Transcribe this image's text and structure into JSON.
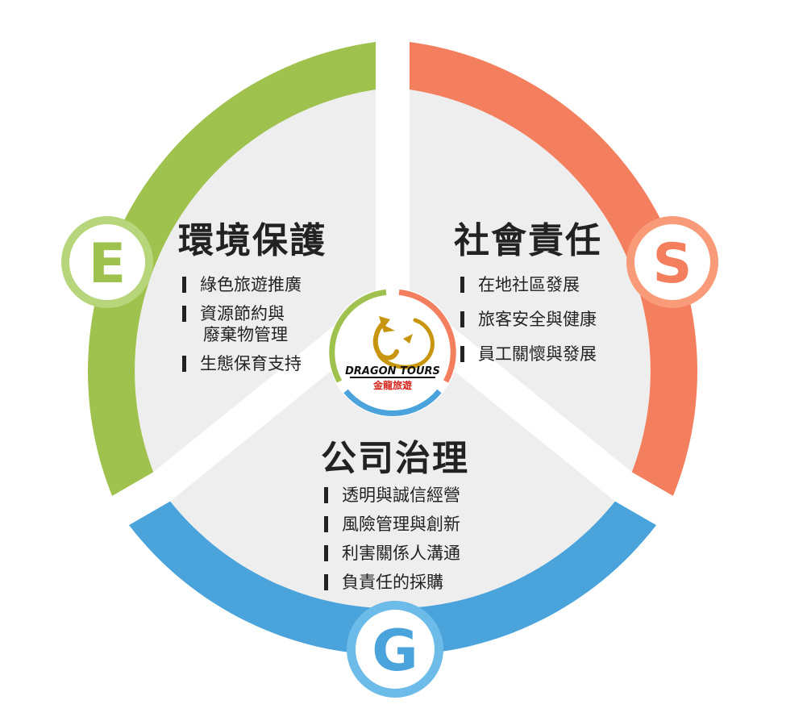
{
  "colors": {
    "environment": "#9fc14e",
    "social": "#f37f5f",
    "governance": "#4aa3db",
    "sector_bg": "#eeeeee",
    "logo_gold": "#c8960e",
    "logo_red": "#d7241b"
  },
  "environment": {
    "letter": "E",
    "title": "環境保護",
    "items": [
      {
        "lines": [
          "綠色旅遊推廣"
        ]
      },
      {
        "lines": [
          "資源節約與",
          "廢棄物管理"
        ]
      },
      {
        "lines": [
          "生態保育支持"
        ]
      }
    ]
  },
  "social": {
    "letter": "S",
    "title": "社會責任",
    "items": [
      {
        "lines": [
          "在地社區發展"
        ]
      },
      {
        "lines": [
          "旅客安全與健康"
        ]
      },
      {
        "lines": [
          "員工關懷與發展"
        ]
      }
    ]
  },
  "governance": {
    "letter": "G",
    "title": "公司治理",
    "items": [
      {
        "lines": [
          "透明與誠信經營"
        ]
      },
      {
        "lines": [
          "風險管理與創新"
        ]
      },
      {
        "lines": [
          "利害關係人溝通"
        ]
      },
      {
        "lines": [
          "負責任的採購"
        ]
      }
    ]
  },
  "logo": {
    "brand_en": "DRAGON TOURS",
    "brand_zh": "金龍旅遊",
    "icon": "dragon-icon"
  }
}
